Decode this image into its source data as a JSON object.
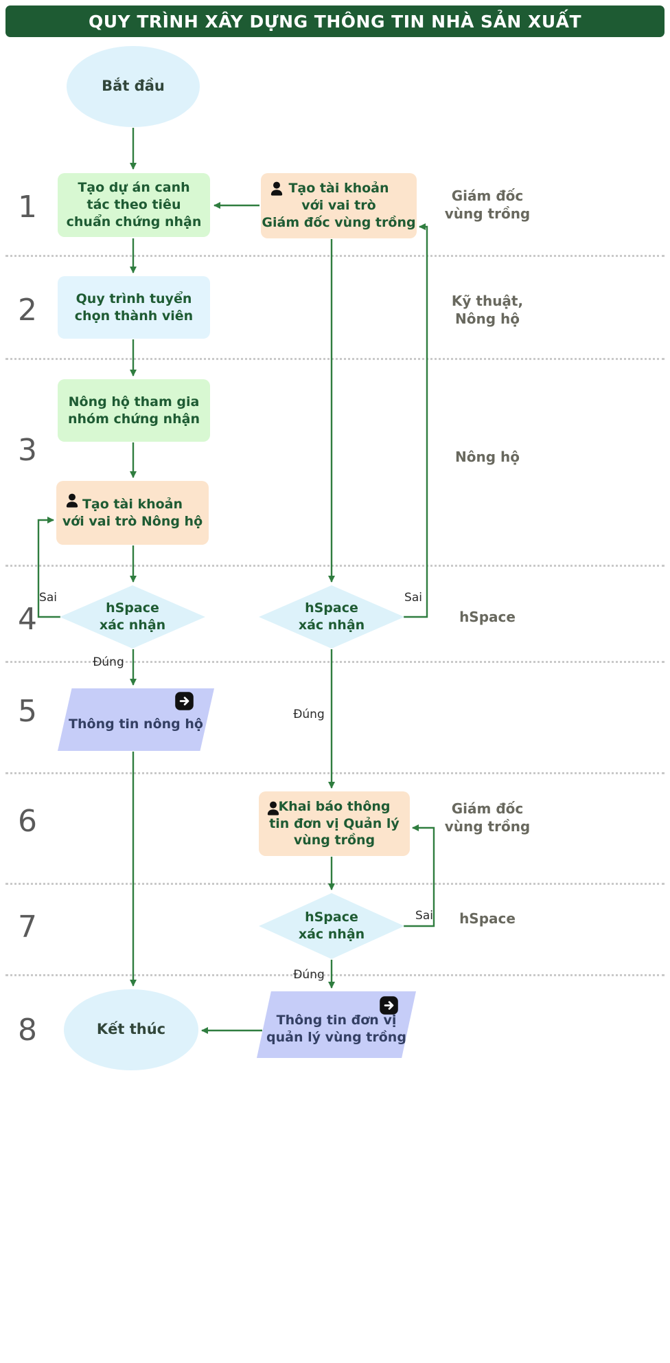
{
  "header": {
    "title": "QUY TRÌNH XÂY DỰNG THÔNG TIN NHÀ SẢN XUẤT"
  },
  "colors": {
    "header_bg": "#1e5b33",
    "arrow": "#2f7d3f",
    "green_node": "#d8f8d2",
    "blue_node": "#e2f4fd",
    "orange_node": "#fce4cc",
    "purple_node": "#c6cdf8",
    "cyan_node": "#def2fb"
  },
  "nodes": {
    "start": "Bắt đầu",
    "create_project": "Tạo dự án canh\ntác theo tiêu\nchuẩn chứng nhận",
    "create_director_account": "Tạo tài khoản\nvới vai trò\nGiám đốc vùng trồng",
    "member_selection": "Quy trình tuyển\nchọn thành viên",
    "farmer_join_group": "Nông hộ tham gia\nnhóm chứng nhận",
    "create_farmer_account": "Tạo tài khoản\nvới vai trò Nông hộ",
    "hspace_confirm": "hSpace\nxác nhận",
    "farmer_info": "Thông tin nông hộ",
    "declare_unit_info": "Khai báo thông\ntin đơn vị Quản lý\nvùng trồng",
    "unit_info": "Thông tin đơn vị\nquản lý vùng trồng",
    "end": "Kết thúc"
  },
  "step_numbers": [
    "1",
    "2",
    "3",
    "4",
    "5",
    "6",
    "7",
    "8"
  ],
  "roles": {
    "row1": "Giám đốc\nvùng trồng",
    "row2": "Kỹ thuật,\nNông hộ",
    "row3": "Nông hộ",
    "row4": "hSpace",
    "row6": "Giám đốc\nvùng trồng",
    "row7": "hSpace"
  },
  "edge_labels": {
    "true": "Đúng",
    "false": "Sai"
  }
}
